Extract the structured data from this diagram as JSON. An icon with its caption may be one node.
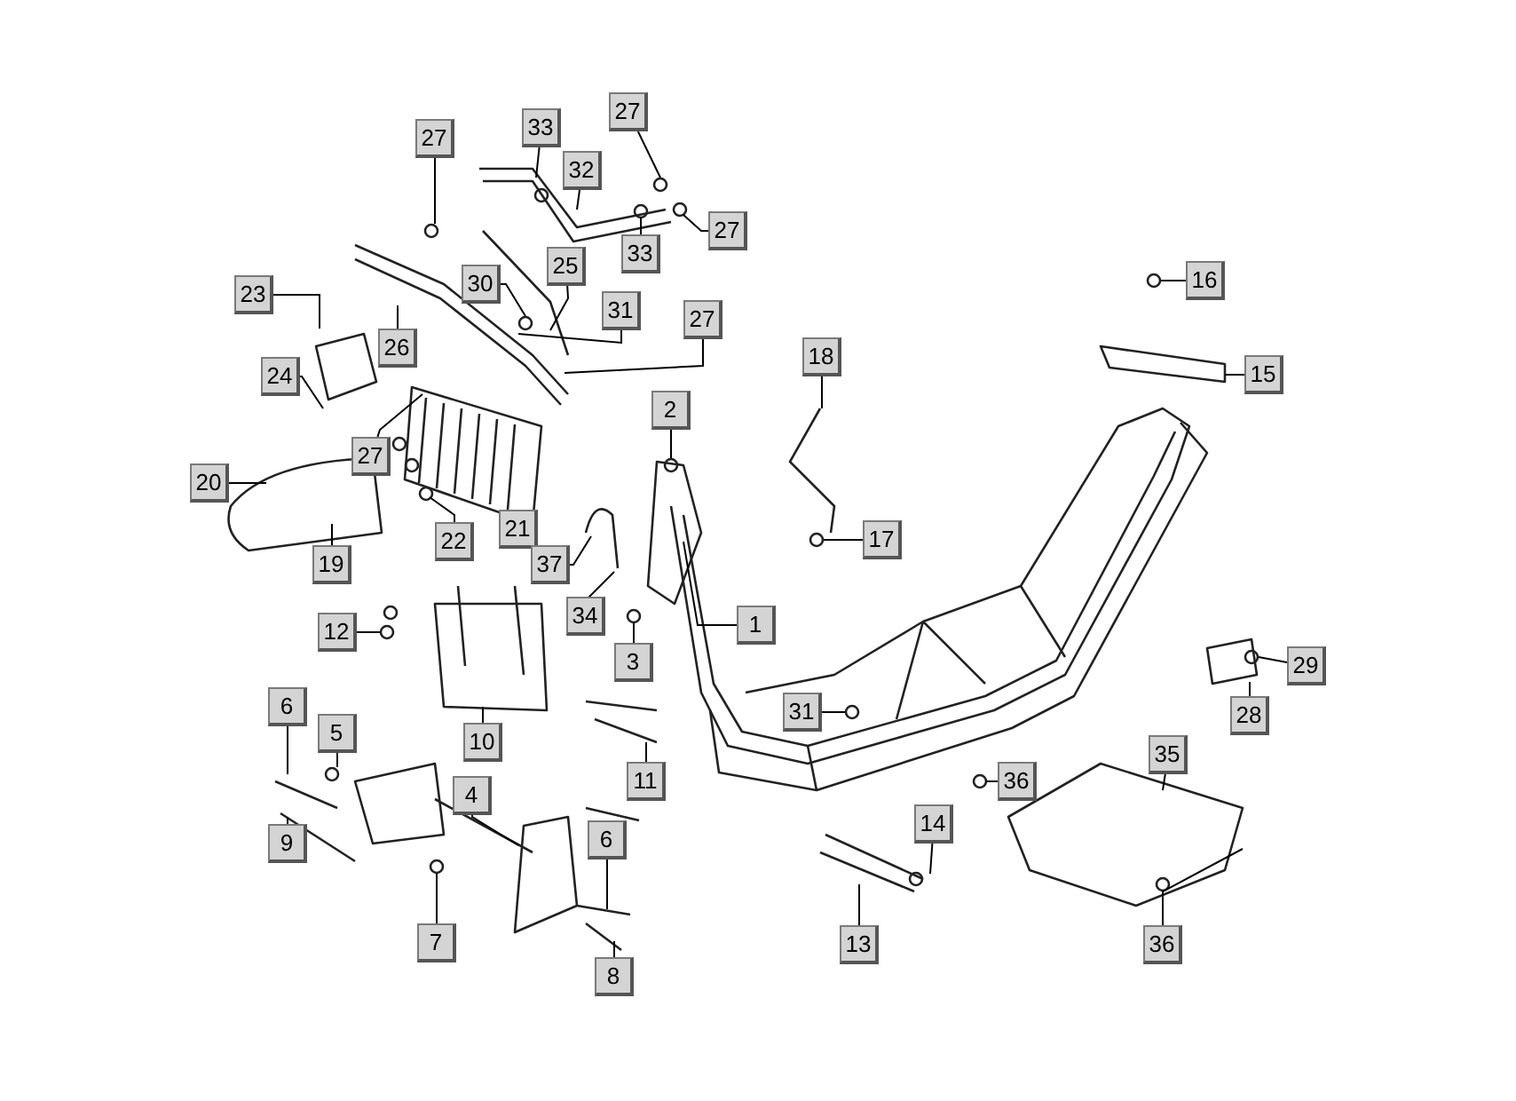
{
  "diagram": {
    "nodes": [
      {
        "text": [
          "27"
        ]
      },
      {
        "text": [
          "33"
        ]
      },
      {
        "text": [
          "27"
        ]
      },
      {
        "text": [
          "32"
        ]
      },
      {
        "text": [
          "27"
        ]
      },
      {
        "text": [
          "33"
        ]
      },
      {
        "text": [
          "25"
        ]
      },
      {
        "text": [
          "16"
        ]
      },
      {
        "text": [
          "30"
        ]
      },
      {
        "text": [
          "23"
        ]
      },
      {
        "text": [
          "31"
        ]
      },
      {
        "text": [
          "27"
        ]
      },
      {
        "text": [
          "26"
        ]
      },
      {
        "text": [
          "18"
        ]
      },
      {
        "text": [
          "15"
        ]
      },
      {
        "text": [
          "24"
        ]
      },
      {
        "text": [
          "2"
        ]
      },
      {
        "text": [
          "27"
        ]
      },
      {
        "text": [
          "20"
        ]
      },
      {
        "text": [
          "21"
        ]
      },
      {
        "text": [
          "17"
        ]
      },
      {
        "text": [
          "22"
        ]
      },
      {
        "text": [
          "19"
        ]
      },
      {
        "text": [
          "37"
        ]
      },
      {
        "text": [
          "34"
        ]
      },
      {
        "text": [
          "1"
        ]
      },
      {
        "text": [
          "12"
        ]
      },
      {
        "text": [
          "3"
        ]
      },
      {
        "text": [
          "29"
        ]
      },
      {
        "text": [
          "6"
        ]
      },
      {
        "text": [
          "31"
        ]
      },
      {
        "text": [
          "28"
        ]
      },
      {
        "text": [
          "5"
        ]
      },
      {
        "text": [
          "10"
        ]
      },
      {
        "text": [
          "35"
        ]
      },
      {
        "text": [
          "11"
        ]
      },
      {
        "text": [
          "36"
        ]
      },
      {
        "text": [
          "4"
        ]
      },
      {
        "text": [
          "14"
        ]
      },
      {
        "text": [
          "6"
        ]
      },
      {
        "text": [
          "9"
        ]
      },
      {
        "text": [
          "7"
        ]
      },
      {
        "text": [
          "13"
        ]
      },
      {
        "text": [
          "8"
        ]
      },
      {
        "text": [
          "36"
        ]
      }
    ],
    "edges": [
      {
        "from": 0,
        "to": null,
        "arrow": "none"
      },
      {
        "from": 1,
        "to": null,
        "arrow": "none"
      },
      {
        "from": 2,
        "to": null,
        "arrow": "none"
      },
      {
        "from": 3,
        "to": null,
        "arrow": "none"
      },
      {
        "from": 4,
        "to": null,
        "arrow": "none"
      },
      {
        "from": 5,
        "to": null,
        "arrow": "none"
      },
      {
        "from": 6,
        "to": null,
        "arrow": "none"
      },
      {
        "from": 7,
        "to": null,
        "arrow": "none"
      },
      {
        "from": 8,
        "to": null,
        "arrow": "none"
      },
      {
        "from": 9,
        "to": null,
        "arrow": "none"
      },
      {
        "from": 10,
        "to": null,
        "arrow": "none"
      },
      {
        "from": 11,
        "to": null,
        "arrow": "none"
      },
      {
        "from": 12,
        "to": null,
        "arrow": "none"
      },
      {
        "from": 13,
        "to": null,
        "arrow": "none"
      },
      {
        "from": 14,
        "to": null,
        "arrow": "none"
      },
      {
        "from": 15,
        "to": null,
        "arrow": "none"
      },
      {
        "from": 16,
        "to": null,
        "arrow": "none"
      },
      {
        "from": 17,
        "to": null,
        "arrow": "none"
      },
      {
        "from": 18,
        "to": null,
        "arrow": "none"
      },
      {
        "from": 19,
        "to": null,
        "arrow": "none"
      },
      {
        "from": 20,
        "to": null,
        "arrow": "none"
      },
      {
        "from": 21,
        "to": null,
        "arrow": "none"
      },
      {
        "from": 22,
        "to": null,
        "arrow": "none"
      },
      {
        "from": 23,
        "to": null,
        "arrow": "none"
      },
      {
        "from": 24,
        "to": null,
        "arrow": "none"
      },
      {
        "from": 25,
        "to": null,
        "arrow": "none"
      },
      {
        "from": 26,
        "to": null,
        "arrow": "none"
      },
      {
        "from": 27,
        "to": null,
        "arrow": "none"
      },
      {
        "from": 28,
        "to": null,
        "arrow": "none"
      },
      {
        "from": 29,
        "to": null,
        "arrow": "none"
      },
      {
        "from": 30,
        "to": null,
        "arrow": "none"
      },
      {
        "from": 31,
        "to": null,
        "arrow": "none"
      },
      {
        "from": 32,
        "to": null,
        "arrow": "none"
      },
      {
        "from": 33,
        "to": null,
        "arrow": "none"
      },
      {
        "from": 34,
        "to": null,
        "arrow": "none"
      },
      {
        "from": 35,
        "to": null,
        "arrow": "none"
      },
      {
        "from": 36,
        "to": null,
        "arrow": "none"
      },
      {
        "from": 37,
        "to": null,
        "arrow": "none"
      },
      {
        "from": 38,
        "to": null,
        "arrow": "none"
      },
      {
        "from": 39,
        "to": null,
        "arrow": "none"
      },
      {
        "from": 40,
        "to": null,
        "arrow": "none"
      },
      {
        "from": 41,
        "to": null,
        "arrow": "none"
      },
      {
        "from": 42,
        "to": null,
        "arrow": "none"
      },
      {
        "from": 43,
        "to": null,
        "arrow": "none"
      },
      {
        "from": 44,
        "to": null,
        "arrow": "none"
      }
    ]
  }
}
